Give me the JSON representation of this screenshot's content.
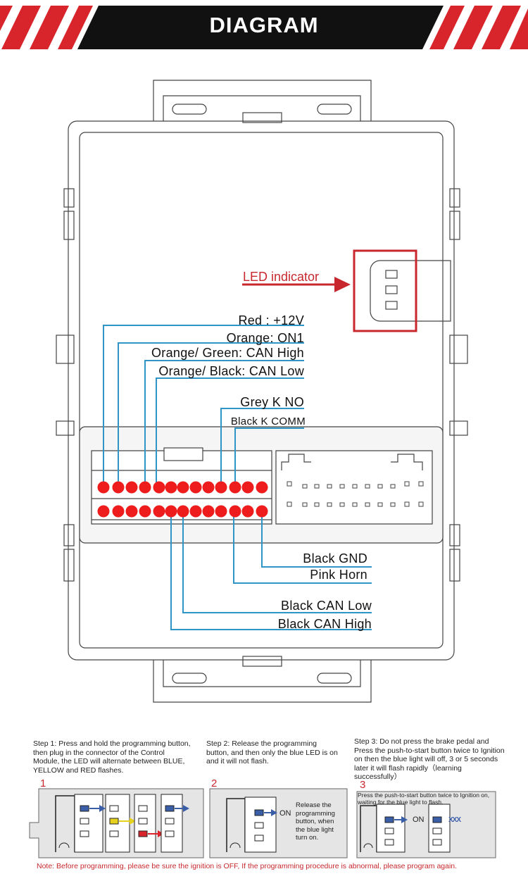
{
  "header": {
    "title": "DIAGRAM"
  },
  "led_label": "LED indicator",
  "wires_top": [
    {
      "label": "Red : +12V"
    },
    {
      "label": "Orange: ON1"
    },
    {
      "label": "Orange/ Green: CAN High"
    },
    {
      "label": "Orange/ Black: CAN Low"
    },
    {
      "label": "Grey K NO"
    },
    {
      "label": "Black K COMM"
    }
  ],
  "wires_bottom": [
    {
      "label": "Black GND"
    },
    {
      "label": "Pink Horn"
    },
    {
      "label": "Black CAN Low"
    },
    {
      "label": "Black CAN High"
    }
  ],
  "steps": [
    {
      "number": "1",
      "text": "Step 1: Press and hold the programming button, then plug in the connector of the Control Module, the LED will alternate between BLUE, YELLOW and RED flashes."
    },
    {
      "number": "2",
      "text": "Step 2: Release the programming button, and then only the blue LED is on and it will not flash.",
      "caption": "Release the programming button, when the blue light turn on.",
      "on_label": "ON"
    },
    {
      "number": "3",
      "text": "Step 3: Do not press the brake pedal and Press the push-to-start button twice to Ignition on then the blue light will off, 3 or 5 seconds later it will flash rapidly（learning successfully）",
      "caption": "Press the push-to-start button twice to Ignition on,  waiting for the blue light to flash.",
      "on_label": "ON",
      "flash_label": "XXX"
    }
  ],
  "note": "Note: Before programming, please be sure the ignition is OFF, If the programming procedure is abnormal, please program again.",
  "colors": {
    "accent_red": "#c8282d",
    "wire_blue": "#2f95c6",
    "pin_red": "#ee1c1c",
    "banner_black": "#111111",
    "led_blue": "#3a5ea8",
    "led_yellow": "#e6d21e"
  }
}
